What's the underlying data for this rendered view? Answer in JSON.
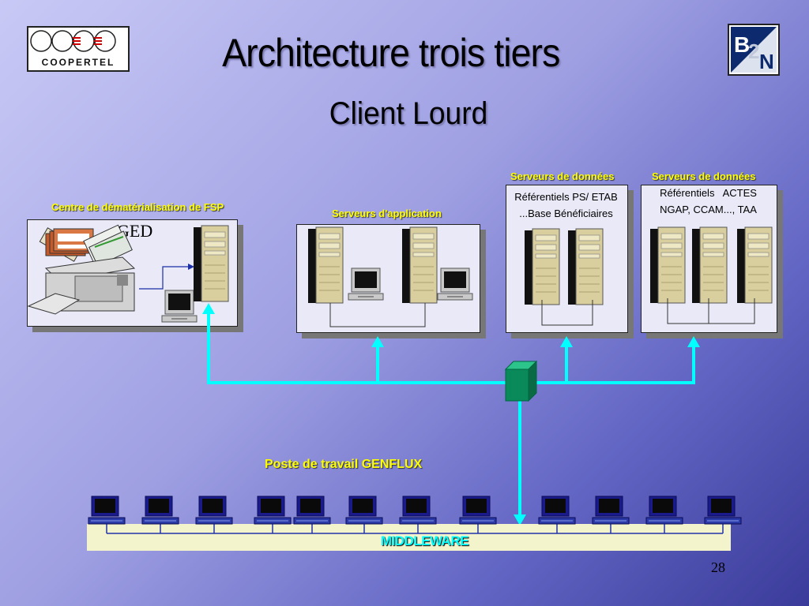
{
  "title": "Architecture trois tiers",
  "subtitle": "Client Lourd",
  "logos": {
    "left": "COOPERTEL",
    "right": "B2N"
  },
  "panels": {
    "fsp": {
      "label": "Centre de dématérialisation de FSP",
      "ged": "GED"
    },
    "app": {
      "label": "Serveurs d'application"
    },
    "data1": {
      "label": "Serveurs de données",
      "line1": "Référentiels PS/ ETAB",
      "line2": "...Base Bénéficiaires"
    },
    "data2": {
      "label": "Serveurs de données",
      "line1": "Référentiels   ACTES",
      "line2": "NGAP, CCAM..., TAA"
    }
  },
  "workstations": {
    "label": "Poste de travail GENFLUX",
    "count": 12
  },
  "middleware": "MIDDLEWARE",
  "page_number": "28",
  "colors": {
    "link": "#00ffff",
    "label": "#ffff00",
    "switch": "#0a8a5a"
  }
}
